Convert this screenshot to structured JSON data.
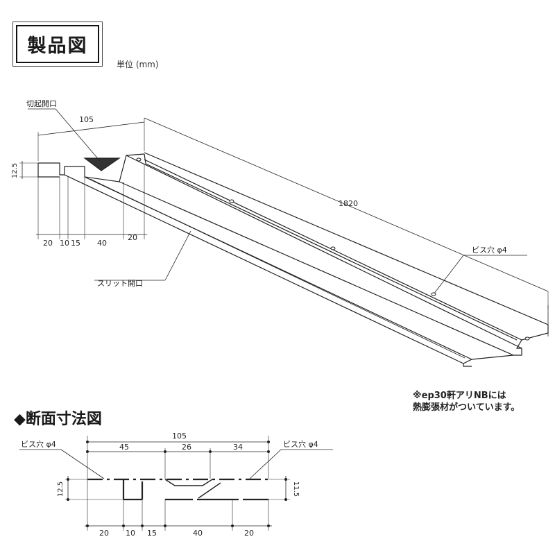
{
  "title": "製品図",
  "unit": "単位 (mm)",
  "iso": {
    "callout_kirioki": "切起開口",
    "callout_slit": "スリット開口",
    "callout_screw": "ビス穴 φ4",
    "dim_width": "105",
    "dim_length": "1820",
    "dim_height": "12.5",
    "bottom_dims": [
      "20",
      "10",
      "15",
      "40",
      "20"
    ]
  },
  "note": {
    "line1": "※ep30軒アリNBには",
    "line2": "熱膨張材がついています。"
  },
  "section": {
    "title": "◆断面寸法図",
    "screw_left": "ビス穴 φ4",
    "screw_right": "ビス穴 φ4",
    "dim_total": "105",
    "top_dims": [
      "45",
      "26",
      "34"
    ],
    "dim_left_height": "12.5",
    "dim_right_height": "11.5",
    "bottom_dims": [
      "20",
      "10",
      "15",
      "40",
      "20"
    ]
  }
}
